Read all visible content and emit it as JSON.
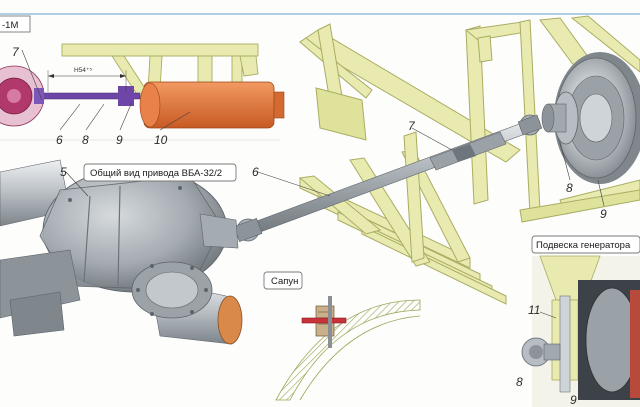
{
  "labels": {
    "top_left_fragment": "-1M",
    "general_view": "Общий вид привода ВБА-32/2",
    "breather": "Сапун",
    "generator_mount": "Подвеска генератора",
    "dimension": "H54⁺⁵"
  },
  "callouts": {
    "n5": "5",
    "n6_inset": "6",
    "n6_main": "6",
    "n7_inset": "7",
    "n7_main": "7",
    "n8_inset": "8",
    "n8_main": "8",
    "n8_detail": "8",
    "n9_inset": "9",
    "n9_main": "9",
    "n9_detail": "9",
    "n10": "10",
    "n11": "11"
  },
  "colors": {
    "frame_yellow": "#e8eab0",
    "frame_stroke": "#a9ad62",
    "steel": "#b9bfc4",
    "steel_dark": "#7f878d",
    "generator_orange": "#e2733a",
    "gearbox_magenta": "#b0386b",
    "axle_copper": "#d98a4a",
    "breather_red": "#c8333a",
    "hatch_green": "#9aa65a"
  }
}
